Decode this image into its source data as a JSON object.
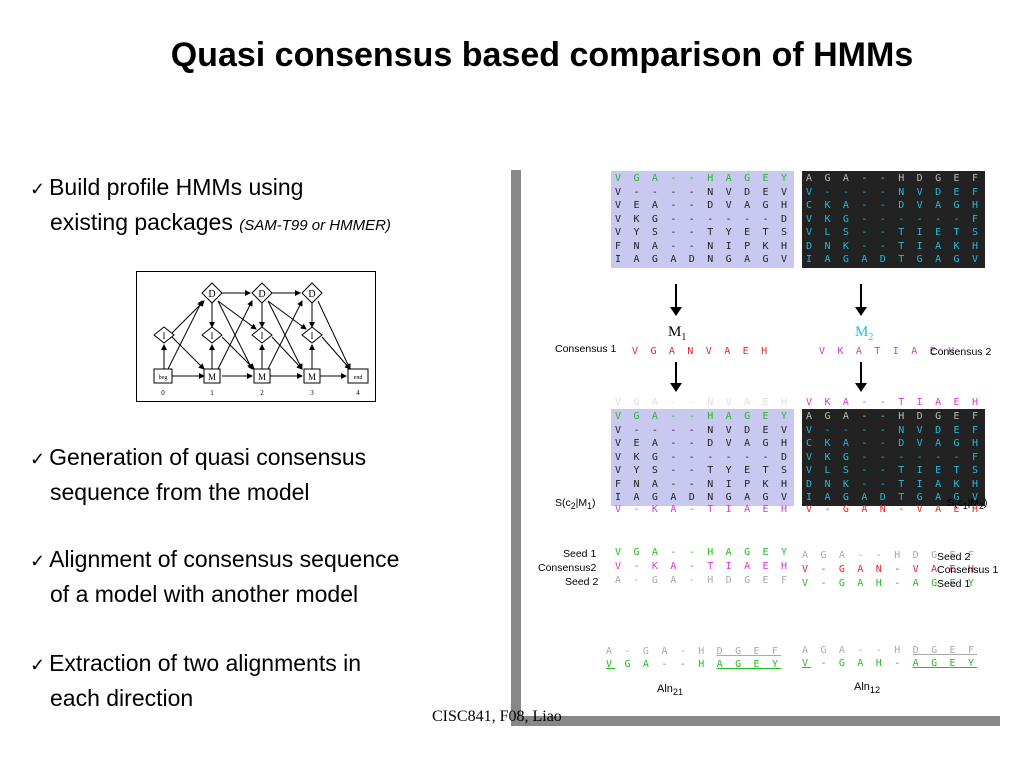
{
  "title": "Quasi consensus based comparison of HMMs",
  "bullets": [
    {
      "check": "✓",
      "line1": "Build profile HMMs using",
      "line2": "existing packages",
      "note": "(SAM-T99 or HMMER)"
    },
    {
      "check": "✓",
      "line1": "Generation of quasi consensus",
      "line2": "sequence from the model"
    },
    {
      "check": "✓",
      "line1": "Alignment of consensus sequence",
      "line2": "of a model with another model"
    },
    {
      "check": "✓",
      "line1": "Extraction of two alignments in",
      "line2": "each direction"
    }
  ],
  "footer": "CISC841, F08, Liao",
  "hmm_diagram": {
    "d_label": "D",
    "i_label": "I",
    "m_label": "M",
    "beg_label": "beg",
    "end_label": "end",
    "indices": [
      "0",
      "1",
      "2",
      "3",
      "4"
    ]
  },
  "model1": {
    "rows": [
      "V G A - - H A G E Y",
      "V - - - - N V D E V",
      "V E A - - D V A G H",
      "V K G - - - - - - D",
      "V Y S - - T Y E T S",
      "F N A - - N I P K H",
      "I A G A D N G A G V"
    ],
    "name": "M",
    "sub": "1",
    "consensus": "V G A N V A E H",
    "consensus_label": "Consensus 1",
    "consensus2_row": "V G A - - N V A E H",
    "aligned_row": "V - K A - T I A E H",
    "score_label": "S(c",
    "score_sub1": "2",
    "score_mid": "|M",
    "score_sub2": "1",
    "score_end": ")"
  },
  "model2": {
    "rows": [
      "A G A - - H D G E F",
      "V - - - - N V D E F",
      "C K A - - D V A G H",
      "V K G - - - - - - F",
      "V L S - - T I E T S",
      "D N K - - T I A K H",
      "I A G A D T G A G V"
    ],
    "name": "M",
    "sub": "2",
    "consensus": "V K A T I A E H",
    "consensus_label": "Consensus 2",
    "consensus1_row": "V K A - - T I A E H",
    "aligned_row": "V - G A N - V A E H",
    "score_label": "S(c",
    "score_sub1": "1",
    "score_mid": "|M",
    "score_sub2": "2",
    "score_end": ")"
  },
  "pair_left": {
    "labels": [
      "Seed 1",
      "Consensus2",
      "Seed 2"
    ],
    "rows": [
      "V G A - - H A G E Y",
      "V - K A - T I A E H",
      "A - G A - H D G E F"
    ]
  },
  "pair_right": {
    "labels": [
      "Seed 2",
      "Consensus 1",
      "Seed 1"
    ],
    "rows": [
      "A G A - - H D G E F",
      "V - G A N - V A E H",
      "V - G A H - A G E Y"
    ]
  },
  "aln21": {
    "row1a": "A - G A - H ",
    "row1b": "D G E F",
    "row2a": "V",
    "row2b": " G A - - H ",
    "row2c": "A G E Y",
    "label": "Aln",
    "sub": "21"
  },
  "aln12": {
    "row1a": "A G A - - H ",
    "row1b": "D G E F",
    "row2a": "V",
    "row2b": " - G A H - ",
    "row2c": "A G E Y",
    "label": "Aln",
    "sub": "12"
  },
  "colors": {
    "green": "#22bb22",
    "magenta": "#dd33dd",
    "red": "#ee2222",
    "cyan": "#22bbdd",
    "faded": "#aaaaaa",
    "bar": "#888888"
  }
}
